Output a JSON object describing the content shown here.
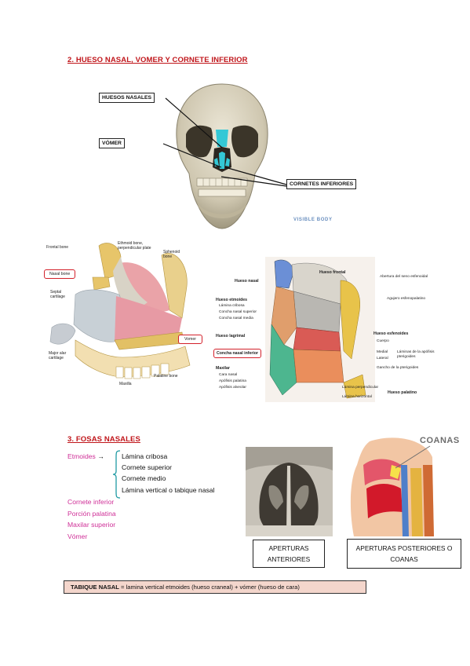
{
  "section1": {
    "heading": "2. HUESO NASAL, VOMER Y CORNETE INFERIOR",
    "labels": {
      "huesos_nasales": "HUESOS NASALES",
      "vomer": "VÓMER",
      "cornetes": "CORNETES INFERIORES"
    },
    "credit": "VISIBLE BODY",
    "highlight_color": "#34c8d6"
  },
  "diagram_left": {
    "labels": {
      "frontal": "Frontal bone",
      "ethmoid": "Ethmoid bone, perpendicular plate",
      "sphenoid": "Sphenoid bone",
      "nasal": "Nasal bone",
      "septal": "Septal cartilage",
      "major_alar": "Major alar cartilage",
      "vomer": "Vomer",
      "maxilla": "Maxilla",
      "palatine": "Palatine bone"
    },
    "highlight_color": "#d3202a"
  },
  "diagram_right": {
    "labels": {
      "nasal": "Hueso nasal",
      "frontal": "Hueso frontal",
      "abertura": "Abertura del seno esfenoidal",
      "agujero": "Agujero esfenopalatino",
      "etmoides": "Hueso etmoides",
      "lamina_cribosa": "Lámina cribosa",
      "concha_superior": "Concha nasal superior",
      "concha_media": "Concha nasal media",
      "lagrimal": "Hueso lagrimal",
      "concha_inferior": "Concha nasal inferior",
      "maxilar": "Maxilar",
      "cara_nasal": "Cara nasal",
      "apofisis_palatina": "Apófisis palatina",
      "apofisis_alveolar": "Apófisis alveolar",
      "esfenoides": "Hueso esfenoides",
      "cuerpo": "Cuerpo",
      "medial": "Medial",
      "lateral": "Lateral",
      "laminas_pterigoides": "Láminas de la apófisis pterigoides",
      "gancho": "Gancho de la pterigoides",
      "lamina_perpendicular": "Lámina perpendicular",
      "lamina_horizontal": "Lámina horizontal",
      "palatino": "Hueso palatino"
    }
  },
  "section2": {
    "heading": "3. FOSAS NASALES",
    "etmoides_label": "Etmoides",
    "arrow": "→",
    "bracket_items": [
      "Lámina cribosa",
      "Cornete superior",
      "Cornete medio",
      "Lámina vertical o tabique nasal"
    ],
    "pink_items": [
      "Cornete inferior",
      "Porción palatina",
      "Maxilar superior",
      "Vómer"
    ],
    "pink_color": "#cf2f97",
    "coanas_label": "COANAS",
    "caption_anterior": "APERTURAS ANTERIORES",
    "caption_posterior": "APERTURAS POSTERIORES O COANAS",
    "summary_bold": "TABIQUE NASAL",
    "summary_rest": " = lamina vertical etmoides (hueso craneal) + vómer (hueso de cara)"
  }
}
